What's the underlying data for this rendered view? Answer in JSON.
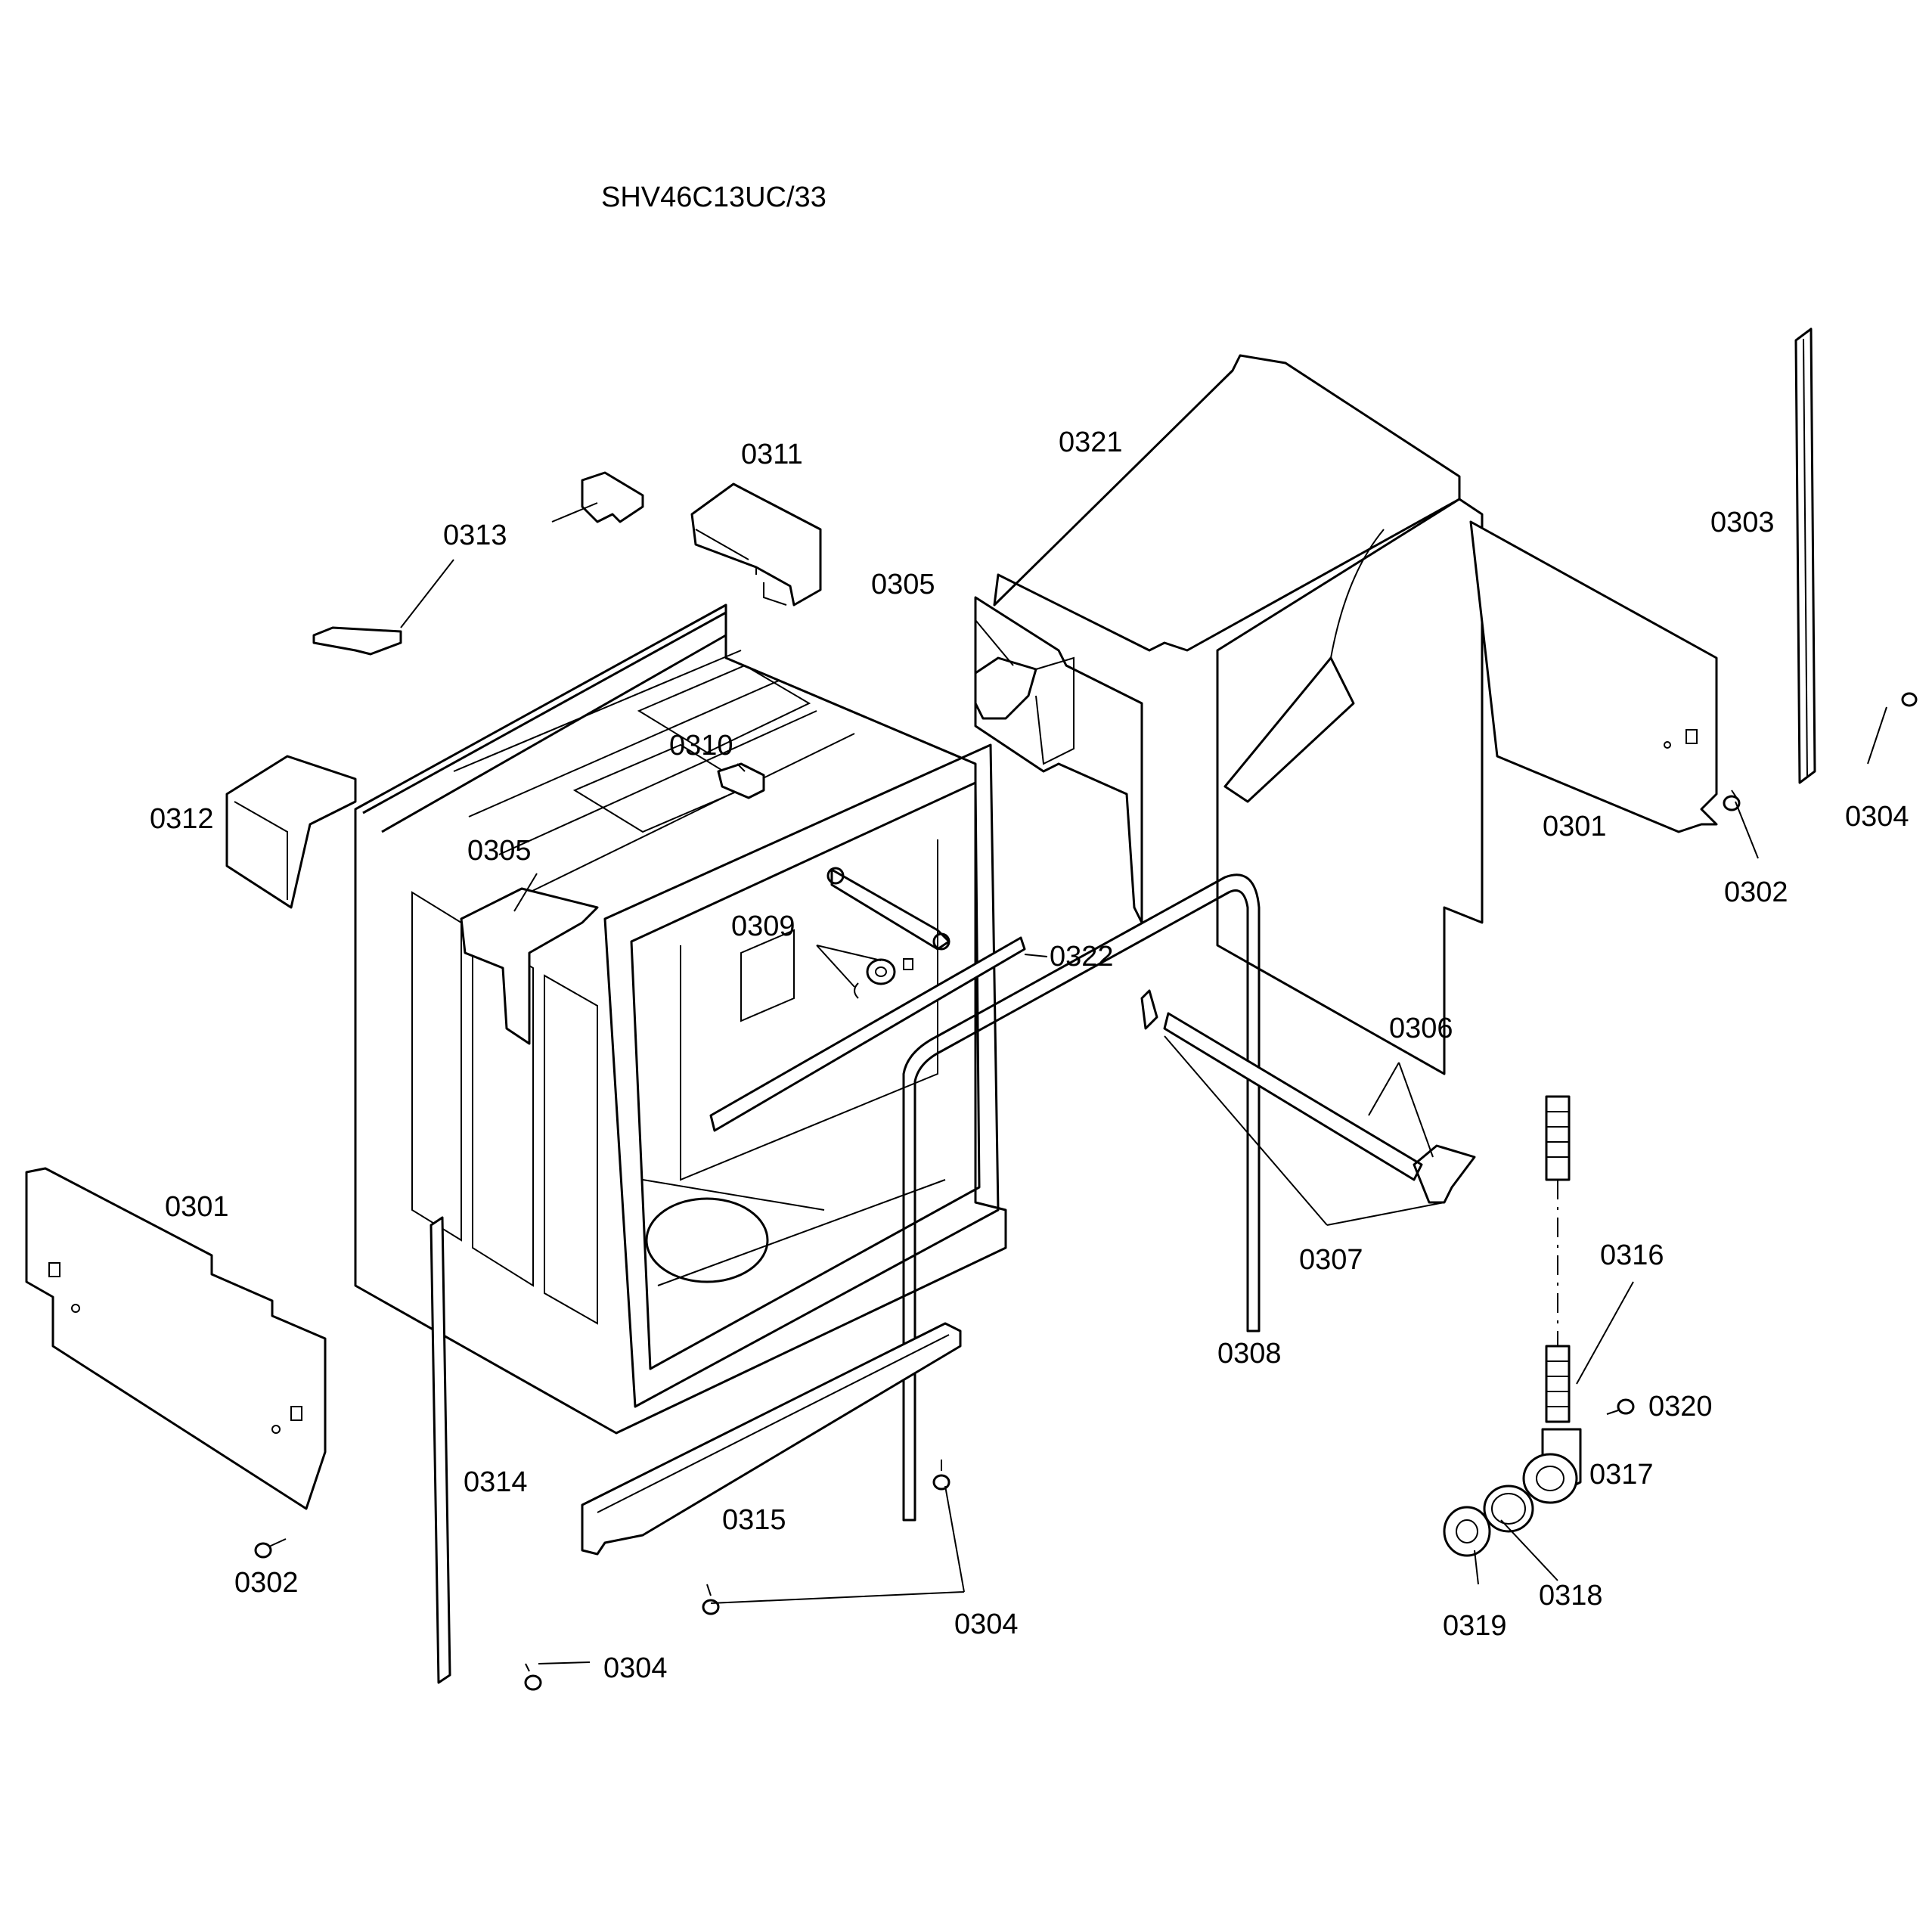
{
  "title": "SHV46C13UC/33",
  "callouts": {
    "c0301_left": "0301",
    "c0301_right": "0301",
    "c0302_left": "0302",
    "c0302_right": "0302",
    "c0303": "0303",
    "c0304_right": "0304",
    "c0304_bottom_mid": "0304",
    "c0304_bottom_left": "0304",
    "c0305_left": "0305",
    "c0305_right": "0305",
    "c0306": "0306",
    "c0307": "0307",
    "c0308": "0308",
    "c0309": "0309",
    "c0310": "0310",
    "c0311": "0311",
    "c0312": "0312",
    "c0313": "0313",
    "c0314": "0314",
    "c0315": "0315",
    "c0316": "0316",
    "c0317": "0317",
    "c0318": "0318",
    "c0319": "0319",
    "c0320": "0320",
    "c0321": "0321",
    "c0322": "0322"
  }
}
